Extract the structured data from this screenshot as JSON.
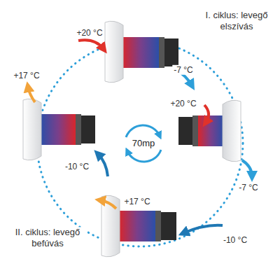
{
  "diagram": {
    "labels": [
      "+20 °C",
      "I. ciklus: levegő elszívás",
      "-7 °C",
      "+17 °C",
      "+20 °C",
      "70mp",
      "-10 °C",
      "-7 °C",
      "+17 °C",
      "II. ciklus: levegő befúvás",
      "-10 °C"
    ]
  }
}
